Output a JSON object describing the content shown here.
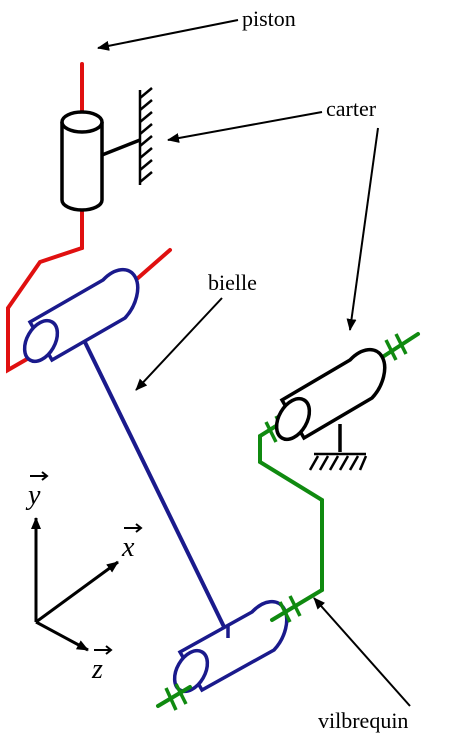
{
  "labels": {
    "piston": "piston",
    "carter": "carter",
    "bielle": "bielle",
    "vilbrequin": "vilbrequin"
  },
  "axes": {
    "y": "y",
    "x": "x",
    "z": "z"
  },
  "colors": {
    "piston": "#e01010",
    "bielle": "#1a1a8c",
    "vilbrequin": "#108a10",
    "carter": "#000000"
  }
}
